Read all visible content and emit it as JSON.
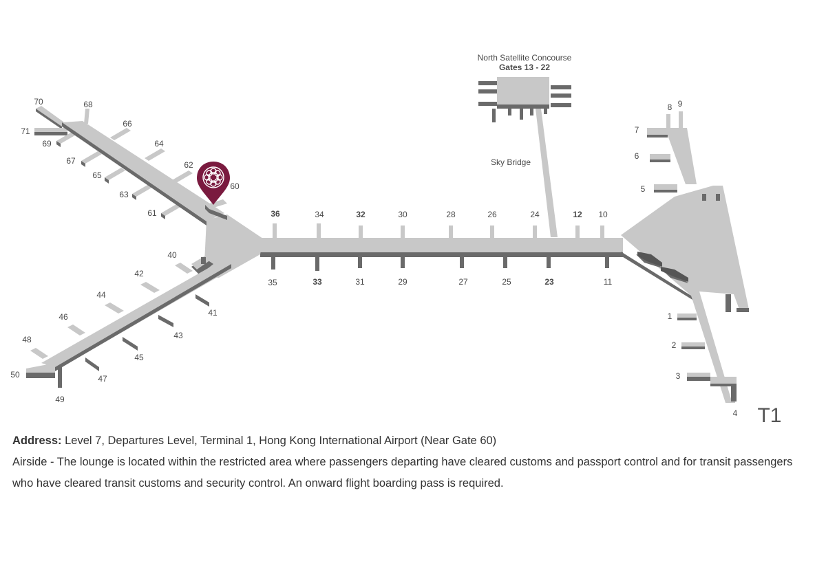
{
  "map": {
    "satellite_title": "North Satellite Concourse",
    "satellite_gates": "Gates 13 - 22",
    "sky_bridge": "Sky Bridge",
    "terminal": "T1",
    "gates": [
      "70",
      "68",
      "66",
      "64",
      "62",
      "60",
      "71",
      "69",
      "67",
      "65",
      "63",
      "61",
      "40",
      "42",
      "44",
      "46",
      "48",
      "50",
      "49",
      "47",
      "45",
      "43",
      "41",
      "36",
      "34",
      "32",
      "30",
      "28",
      "26",
      "24",
      "12",
      "10",
      "35",
      "33",
      "31",
      "29",
      "27",
      "25",
      "23",
      "11",
      "8",
      "9",
      "7",
      "6",
      "5",
      "1",
      "2",
      "3",
      "4"
    ],
    "marker": {
      "label": "lounge-location",
      "color": "#7a1a3f",
      "near_gate": "60"
    }
  },
  "info": {
    "address_label": "Address:",
    "address": "Level 7, Departures Level, Terminal 1, Hong Kong International Airport (Near Gate 60)",
    "airside": "Airside - The lounge is located within the restricted area where passengers departing have cleared customs and passport control and for transit passengers who have cleared transit customs and security control. An onward flight boarding pass is required."
  }
}
